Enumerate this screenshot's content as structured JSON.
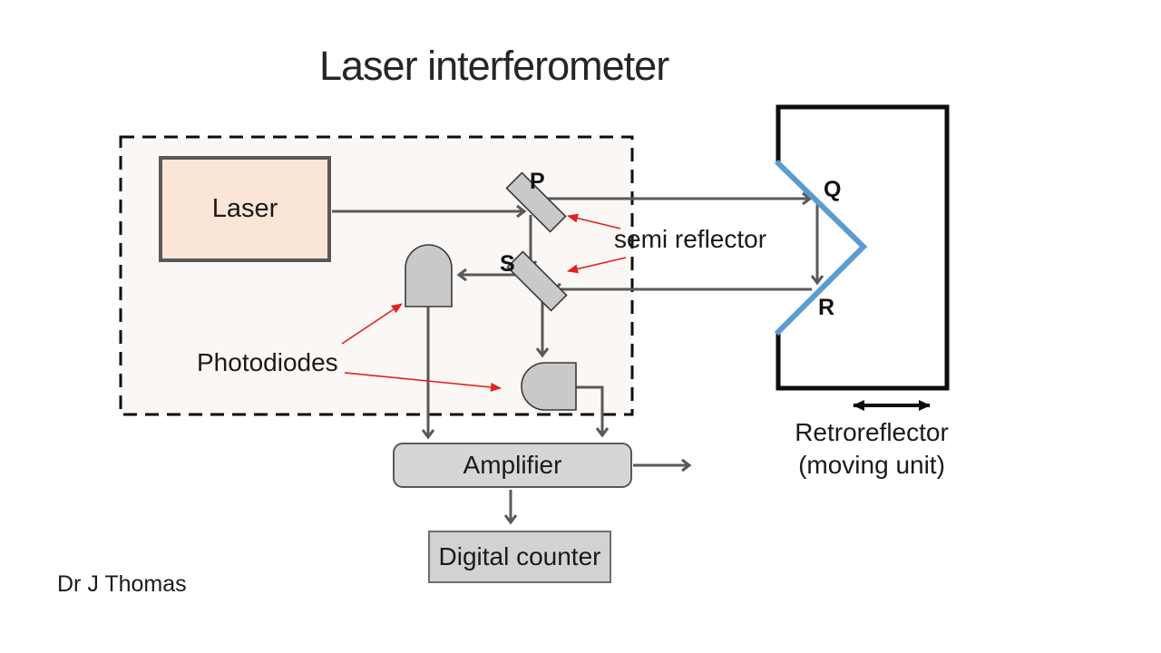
{
  "title": "Laser interferometer",
  "author": "Dr J Thomas",
  "colors": {
    "laser_fill": "#fbe5d6",
    "component_fill": "#c9c9c9",
    "box_fill": "#d6d6d6",
    "line_gray": "#595959",
    "mirror_blue": "#5b9bd5",
    "annotation_red": "#e02020",
    "outline_black": "#0d0d0d"
  },
  "diagram": {
    "laser_label": "Laser",
    "splitter_p_label": "P",
    "splitter_s_label": "S",
    "point_q_label": "Q",
    "point_r_label": "R",
    "semi_reflector_label": "semi reflector",
    "photodiodes_label": "Photodiodes",
    "amplifier_label": "Amplifier",
    "digital_counter_label": "Digital counter",
    "retroreflector_label": "Retroreflector",
    "retroreflector_sub_label": "(moving unit)"
  }
}
